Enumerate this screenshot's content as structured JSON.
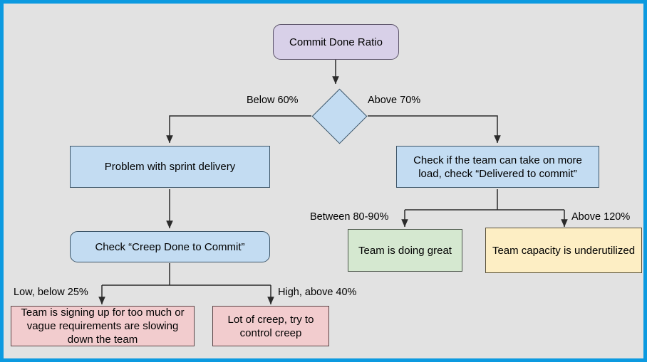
{
  "diagram": {
    "title_node": {
      "label": "Commit Done Ratio"
    },
    "decision": {
      "label": ""
    },
    "nodes": {
      "problem_sprint": {
        "label": "Problem with sprint delivery"
      },
      "check_capacity": {
        "label": "Check if the team can take on more load, check “Delivered to commit”"
      },
      "check_creep": {
        "label": "Check “Creep Done to Commit”"
      },
      "doing_great": {
        "label": "Team is doing great"
      },
      "underutilized": {
        "label": "Team capacity is underutilized"
      },
      "signing_up": {
        "label": "Team is signing up for too much or vague requirements are slowing down the team"
      },
      "lot_of_creep": {
        "label": "Lot of creep, try to control creep"
      }
    },
    "edge_labels": {
      "below_60": "Below 60%",
      "above_70": "Above 70%",
      "between_80_90": "Between 80-90%",
      "above_120": "Above 120%",
      "low_below_25": "Low, below 25%",
      "high_above_40": "High, above 40%"
    },
    "colors": {
      "frame_border": "#0c9ae0",
      "canvas_background": "#e2e2e2",
      "purple_fill": "#d8d0e8",
      "blue_fill": "#c3dcf2",
      "green_fill": "#d5e8d0",
      "yellow_fill": "#fdeec4",
      "pink_fill": "#f2ccce",
      "connector_stroke": "#2b2b2b"
    }
  }
}
